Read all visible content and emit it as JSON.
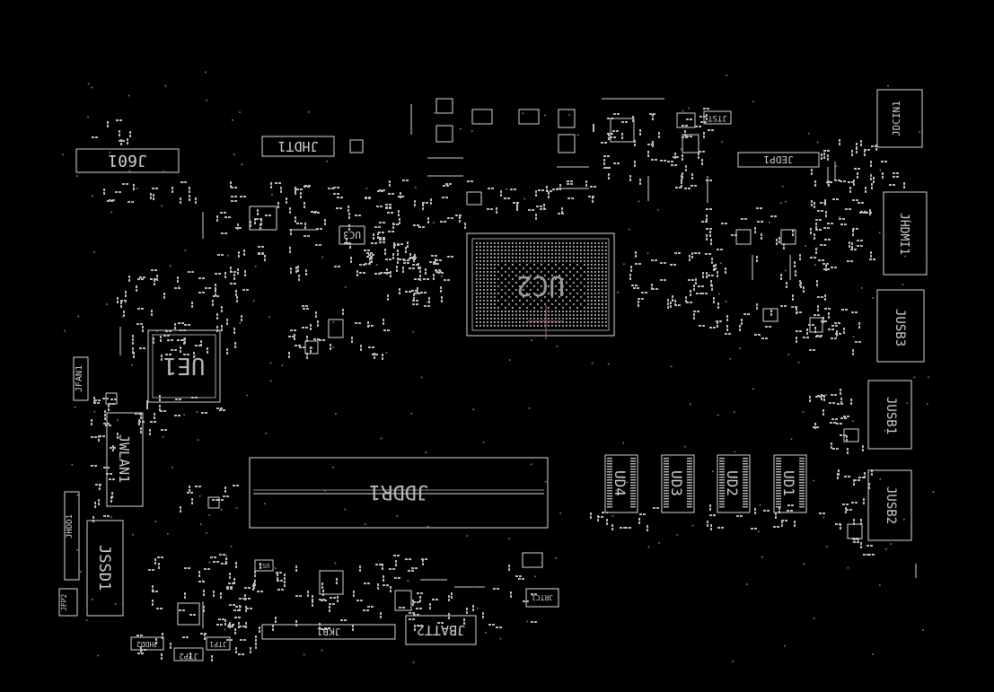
{
  "board": {
    "background": "#000000",
    "outline_color": "#d9d9d9",
    "via_color": "#3a8c8c"
  },
  "labels": {
    "J601": "J601",
    "JHDT1": "JHDT1",
    "UC3": "UC3",
    "UC2": "UC2",
    "JDCIN1": "JDCIN1",
    "JEDP1": "JEDP1",
    "JHDMI1": "JHDMI1",
    "JUSB3": "JUSB3",
    "JUSB1": "JUSB1",
    "JUSB2": "JUSB2",
    "UE1": "UE1",
    "JFAN1": "JFAN1",
    "JWLAN1": "JWLAN1",
    "JDDR1": "JDDR1",
    "UD1": "UD1",
    "UD2": "UD2",
    "UD3": "UD3",
    "UD4": "UD4",
    "JSSD1": "JSSD1",
    "JHDD1": "JHDD1",
    "JTP2": "JTP2",
    "JTP1": "JTP1",
    "JKB1": "JKB1",
    "JBATT2": "JBATT2",
    "JRTC1": "JRTC1",
    "JTST": "JTST",
    "JHDD2": "JHDD2",
    "US1": "US1",
    "JFP2": "JFP2"
  }
}
